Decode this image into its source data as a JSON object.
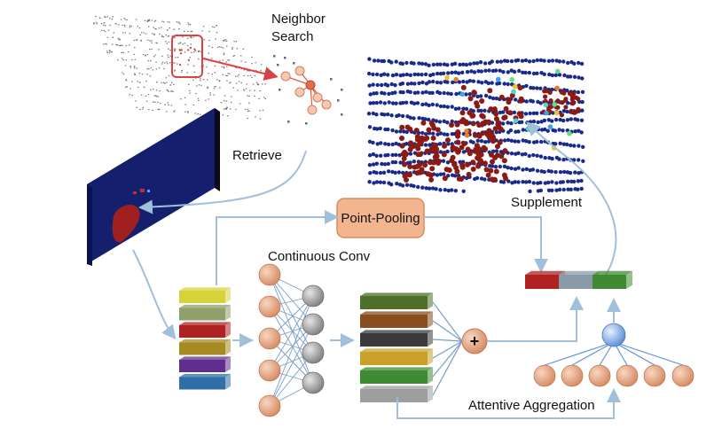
{
  "labels": {
    "neighbor_line1": "Neighbor",
    "neighbor_line2": "Search",
    "retrieve": "Retrieve",
    "supplement": "Supplement",
    "point_pooling": "Point-Pooling",
    "continuous_conv": "Continuous Conv",
    "attentive_aggregation": "Attentive Aggregation",
    "plus_symbol": "+"
  },
  "colors": {
    "arrow": "#9fbfda",
    "node_orange": "#e2a583",
    "node_gray": "#9a9a9a",
    "pooling_box": "#f2b58f",
    "bev_map": "#14206e",
    "search_box": "#e04040",
    "attention_node": "#7fa8e0"
  },
  "input_features": [
    "#d7d23a",
    "#8fa06a",
    "#b02222",
    "#a88a22",
    "#5e2f8e",
    "#2f6fa6"
  ],
  "output_features": [
    "#4e6e2a",
    "#8a4d1e",
    "#3a3a3a",
    "#c8a02a",
    "#3f8a32",
    "#9e9e9e"
  ],
  "fused_vector": [
    "#b02222",
    "#8a9aa8",
    "#3f8a32"
  ]
}
